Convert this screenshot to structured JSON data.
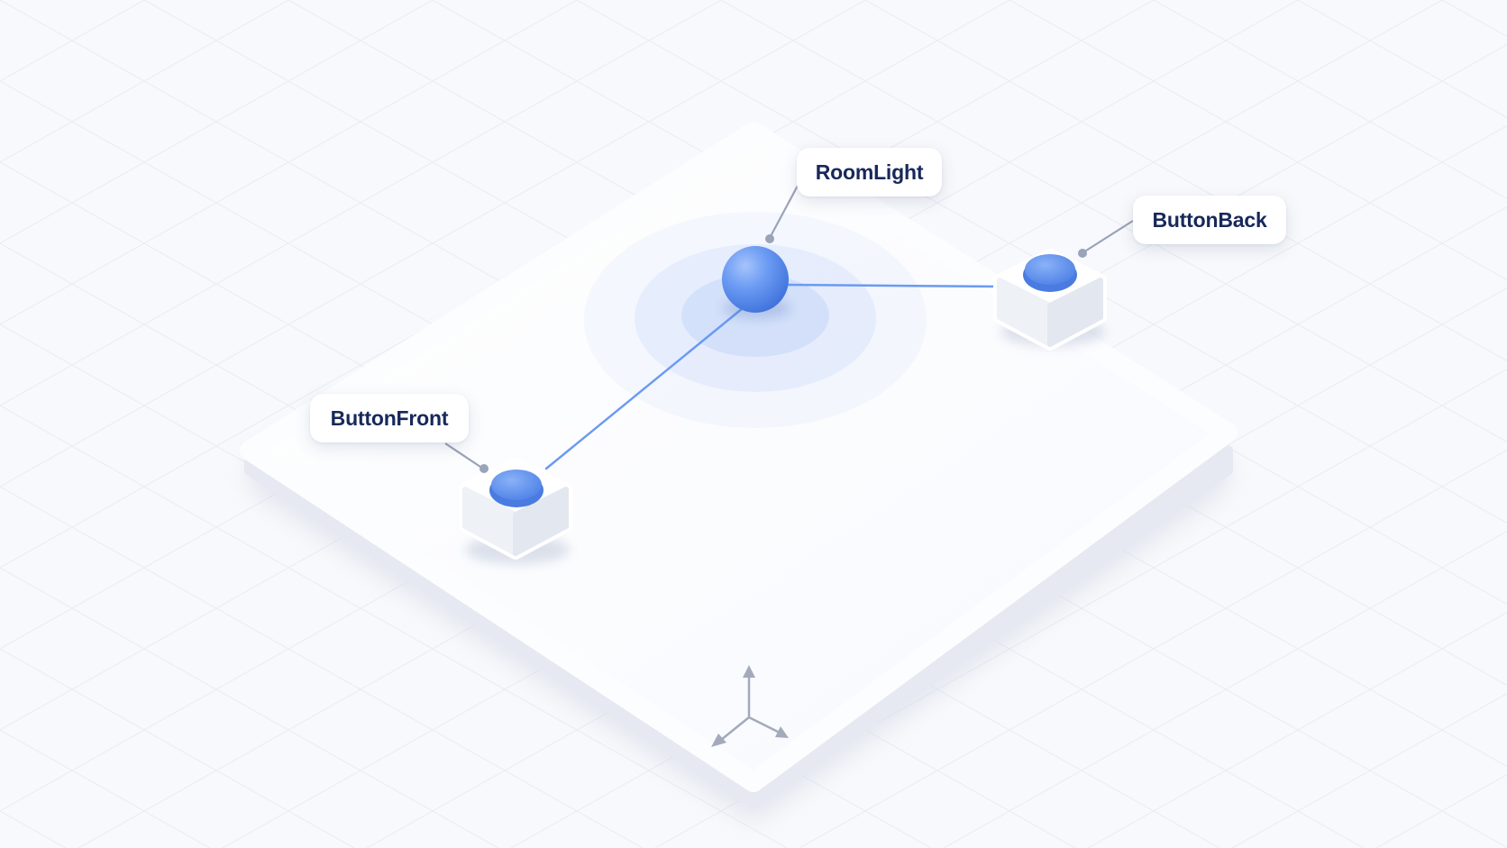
{
  "colors": {
    "background": "#f8f9fc",
    "platform": "#fcfdff",
    "accent": "#5b8ff0",
    "label_text": "#17285a",
    "connector": "#9aa3b8"
  },
  "nodes": {
    "room_light": {
      "label": "RoomLight",
      "kind": "light",
      "icon": "sphere-light-icon"
    },
    "button_back": {
      "label": "ButtonBack",
      "kind": "button",
      "icon": "push-button-icon"
    },
    "button_front": {
      "label": "ButtonFront",
      "kind": "button",
      "icon": "push-button-icon"
    }
  },
  "links": [
    {
      "from": "button_back",
      "to": "room_light"
    },
    {
      "from": "button_front",
      "to": "room_light"
    }
  ],
  "axis_gizmo": {
    "icon": "axis-gizmo-icon"
  }
}
